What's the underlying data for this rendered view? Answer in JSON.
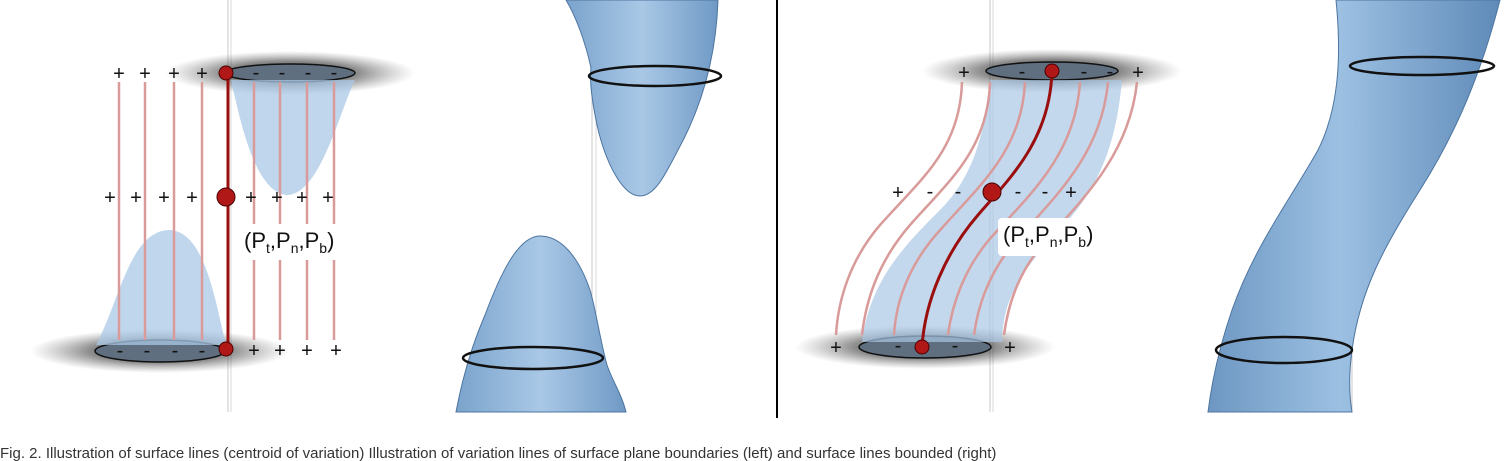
{
  "left_panel": {
    "top_signs": [
      "+",
      "+",
      "+",
      "+",
      "-",
      "-",
      "-",
      "-"
    ],
    "middle_signs": [
      "+",
      "+",
      "+",
      "+",
      "+",
      "+",
      "+",
      "+"
    ],
    "bottom_signs": [
      "-",
      "-",
      "-",
      "-",
      "+",
      "+",
      "+",
      "+"
    ],
    "frame_label": {
      "open": "(P",
      "t": "t",
      "n": "n",
      "b": "b",
      "sep": ",P",
      "close": ")"
    }
  },
  "right_panel": {
    "top_signs": [
      "+",
      "-",
      "-",
      "-",
      "+"
    ],
    "middle_signs": [
      "+",
      "-",
      "-",
      "-",
      "-",
      "+"
    ],
    "bottom_signs": [
      "+",
      "-",
      "-",
      "+"
    ],
    "frame_label": {
      "open": "(P",
      "t": "t",
      "n": "n",
      "b": "b",
      "sep": ",P",
      "close": ")"
    }
  },
  "colors": {
    "field_line": "#d99a9a",
    "center_line": "#9b0e0e",
    "point_fill": "#b01818",
    "surface_blue": "#8fb3d6",
    "shadow": "#1a1a1a",
    "divider": "#000000"
  },
  "caption": "Fig. 2. Illustration of surface lines (centroid of variation) Illustration of variation lines of surface plane boundaries (left) and surface lines bounded (right)"
}
